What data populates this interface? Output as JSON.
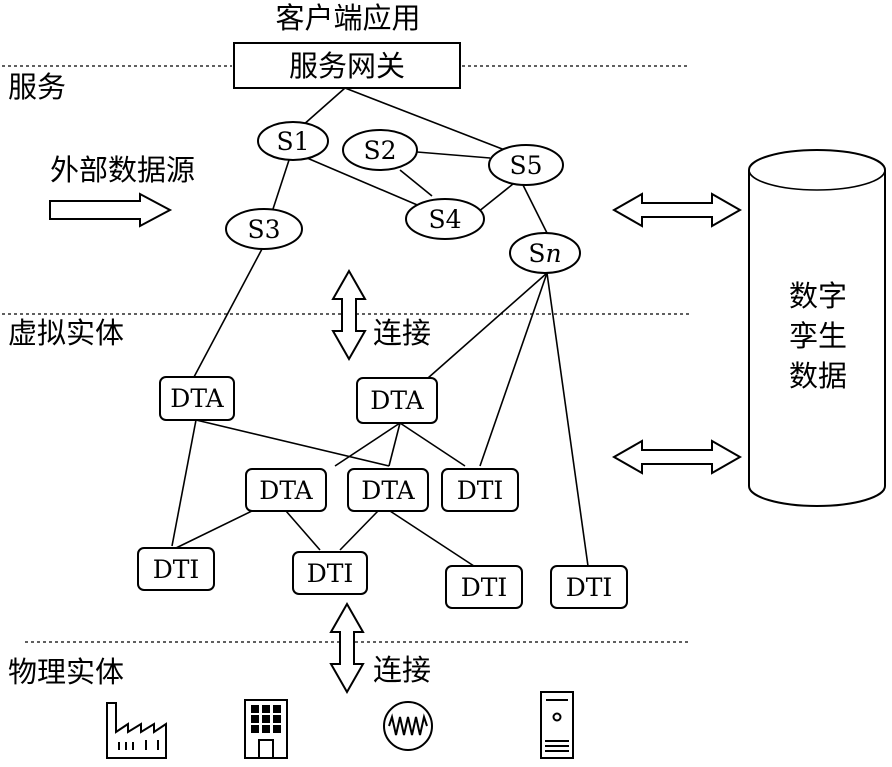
{
  "client_app": "客户端应用",
  "gateway": "服务网关",
  "layers": {
    "service": "服务",
    "virtual": "虚拟实体",
    "physical": "物理实体"
  },
  "external_source": "外部数据源",
  "connect_label": "连接",
  "twin_data": "数字孪生数据",
  "services": {
    "s1": "S1",
    "s2": "S2",
    "s3": "S3",
    "s4": "S4",
    "s5": "S5",
    "sn_prefix": "S",
    "sn_suffix": "n"
  },
  "dta_label": "DTA",
  "dti_label": "DTI",
  "physical_icons": [
    "factory-icon",
    "building-icon",
    "sensor-wave-icon",
    "server-icon"
  ]
}
